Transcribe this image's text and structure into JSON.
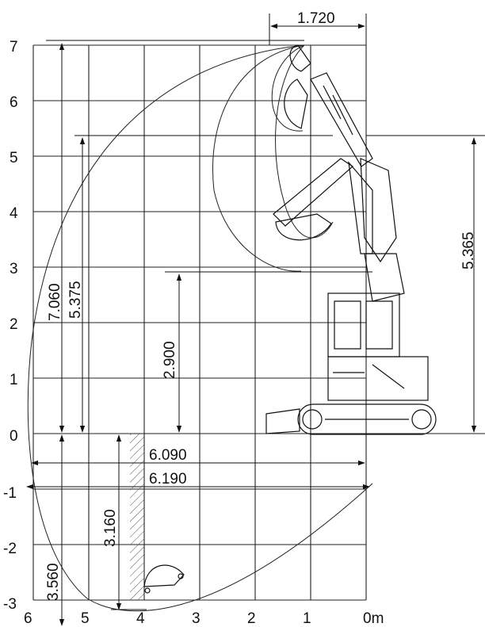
{
  "y_ticks": [
    "7",
    "6",
    "5",
    "4",
    "3",
    "2",
    "1",
    "0",
    "-1",
    "-2",
    "-3"
  ],
  "x_ticks": [
    "6",
    "5",
    "4",
    "3",
    "2",
    "1",
    "0m"
  ],
  "dimensions": {
    "top_width": "1.720",
    "max_reach_height": "7.060",
    "max_dump_height": "5.375",
    "min_dump_height": "2.900",
    "overall_height": "5.365",
    "reach_ground": "6.090",
    "max_reach": "6.190",
    "vertical_wall_depth": "3.160",
    "max_dig_depth": "3.560"
  }
}
